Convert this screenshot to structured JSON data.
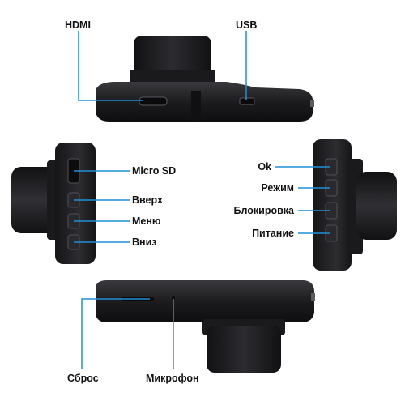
{
  "labels": {
    "hdmi": "HDMI",
    "usb": "USB",
    "micro_sd": "Micro SD",
    "up": "Вверх",
    "menu": "Меню",
    "down": "Вниз",
    "ok": "Ok",
    "mode": "Режим",
    "lock": "Блокировка",
    "power": "Питание",
    "reset": "Сброс",
    "microphone": "Микрофон"
  },
  "colors": {
    "callout": "#1f8fd6",
    "body_dark": "#1c1c1e",
    "body_mid": "#2b2b2e",
    "lens_dark": "#141416"
  }
}
